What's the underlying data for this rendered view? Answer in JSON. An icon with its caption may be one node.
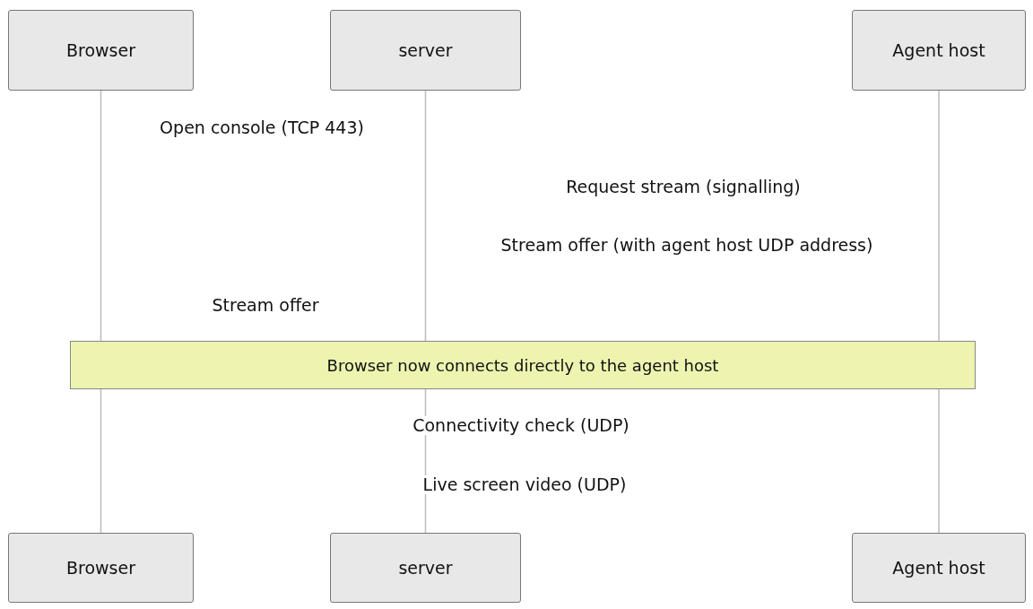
{
  "diagram": {
    "nodes": [
      {
        "text": [
          "Browser"
        ]
      },
      {
        "text": [
          "server"
        ]
      },
      {
        "text": [
          "Agent host"
        ]
      },
      {
        "text": [
          "Browser now connects directly to the agent host"
        ]
      },
      {
        "text": [
          "Browser"
        ]
      },
      {
        "text": [
          "server"
        ]
      },
      {
        "text": [
          "Agent host"
        ]
      }
    ],
    "edges": [
      {
        "from": 0,
        "to": 3,
        "arrow": "none"
      },
      {
        "from": 1,
        "to": 3,
        "arrow": "none"
      },
      {
        "from": 2,
        "to": 3,
        "arrow": "none"
      },
      {
        "from": 3,
        "to": 4,
        "arrow": "none"
      },
      {
        "from": 3,
        "to": 5,
        "arrow": "none"
      },
      {
        "from": 3,
        "to": 6,
        "arrow": "none"
      }
    ],
    "labels": [
      "Open console (TCP 443)",
      "Request stream (signalling)",
      "Stream offer (with agent host UDP address)",
      "Stream offer",
      "Connectivity check (UDP)",
      "Live screen video (UDP)"
    ]
  }
}
